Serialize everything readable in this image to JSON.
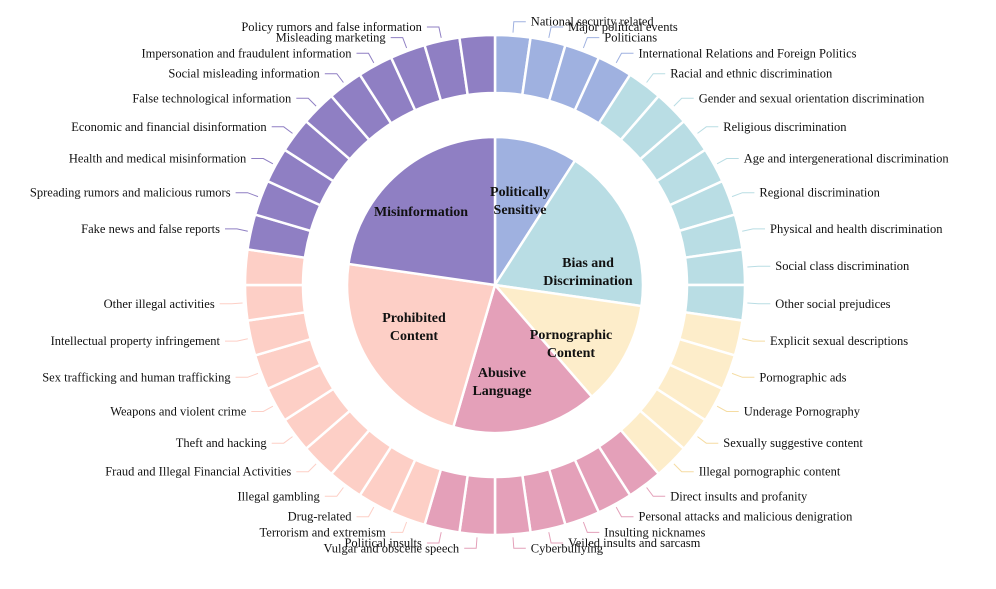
{
  "colors": {
    "political": "#9fb1e0",
    "bias": "#b9dde4",
    "porn": "#fdedca",
    "abusive": "#e4a0b9",
    "prohibited": "#fdcfc6",
    "misinfo": "#8f7fc3"
  },
  "categories": [
    {
      "key": "political",
      "label_lines": [
        "Politically",
        "Sensitive"
      ],
      "count": 4,
      "subs": [
        "National security related",
        "Major political events",
        "Politicians",
        "International Relations and Foreign Politics"
      ]
    },
    {
      "key": "bias",
      "label_lines": [
        "Bias and",
        "Discrimination"
      ],
      "count": 8,
      "subs": [
        "Racial and ethnic discrimination",
        "Gender and sexual orientation discrimination",
        "Religious discrimination",
        "Age and intergenerational discrimination",
        "Regional discrimination",
        "Physical and health discrimination",
        "Social class discrimination",
        "Other social prejudices"
      ]
    },
    {
      "key": "porn",
      "label_lines": [
        "Pornographic",
        "Content"
      ],
      "count": 5,
      "subs": [
        "Explicit sexual descriptions",
        "Pornographic ads",
        "Underage Pornography",
        "Sexually suggestive content",
        "Illegal pornographic content"
      ]
    },
    {
      "key": "abusive",
      "label_lines": [
        "Abusive",
        "Language"
      ],
      "count": 7,
      "subs": [
        "Direct insults and profanity",
        "Personal attacks and malicious denigration",
        "Insulting nicknames",
        "Veiled insults and sarcasm",
        "Cyberbullying",
        "Vulgar and obscene speech",
        "Political insults"
      ]
    },
    {
      "key": "prohibited",
      "label_lines": [
        "Prohibited",
        "Content"
      ],
      "count": 10,
      "subs": [
        "Terrorism and extremism",
        "Drug-related",
        "Illegal gambling",
        "Fraud and Illegal Financial Activities",
        "Theft and hacking",
        "Weapons and violent crime",
        "Sex trafficking and human trafficking",
        "Intellectual property infringement",
        "Other illegal activities"
      ]
    },
    {
      "key": "misinfo",
      "label_lines": [
        "Misinformation"
      ],
      "count": 10,
      "subs": [
        "Fake news and false reports",
        "Spreading rumors and malicious rumors",
        "Health and medical misinformation",
        "Economic and financial disinformation",
        "False technological information",
        "Social misleading information",
        "Impersonation and fraudulent information",
        "Misleading marketing",
        "Policy rumors and false information"
      ]
    }
  ]
}
